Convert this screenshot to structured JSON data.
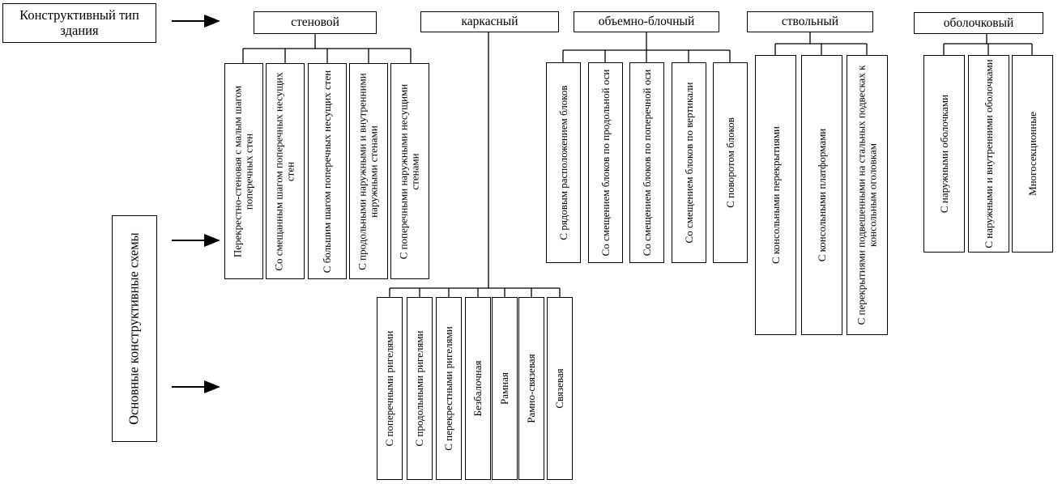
{
  "left_labels": {
    "building_type": "Конструктивный тип здания",
    "schemes": "Основные конструктивные схемы"
  },
  "types": [
    {
      "id": "wall",
      "label": "стеновой",
      "schemes": [
        "Перекрестно-стеновая с малым шагом поперечных стен",
        "Со смещанным шагом поперечных несущих стен",
        "С большим шагом поперечных несущих стен",
        "С продольными наружными и внутренними наружными стенами",
        "С поперечными наружными несущими стенами"
      ]
    },
    {
      "id": "frame",
      "label": "каркасный",
      "schemes": [
        "С поперечными ригелями",
        "С продольными ригелями",
        "С перекрестными ригелями",
        "Безбалочная",
        "Рамная",
        "Рамно-связевая",
        "Связевая"
      ]
    },
    {
      "id": "block",
      "label": "объемно-блочный",
      "schemes": [
        "С рядовым расположением блоков",
        "Со смещением блоков по продольной оси",
        "Со смещением блоков по поперечной оси",
        "Со смещением блоков по вертикали",
        "С поворотом блоков"
      ]
    },
    {
      "id": "trunk",
      "label": "ствольный",
      "schemes": [
        "С консольными перекрытиями",
        "С консольными платформами",
        "С перекрытиями подвешенными на стальных подвесках к консольным оголовкам"
      ]
    },
    {
      "id": "shell",
      "label": "оболочковый",
      "schemes": [
        "С наружными оболочками",
        "С наружными и внутренними оболочками",
        "Многосекционные"
      ]
    }
  ]
}
